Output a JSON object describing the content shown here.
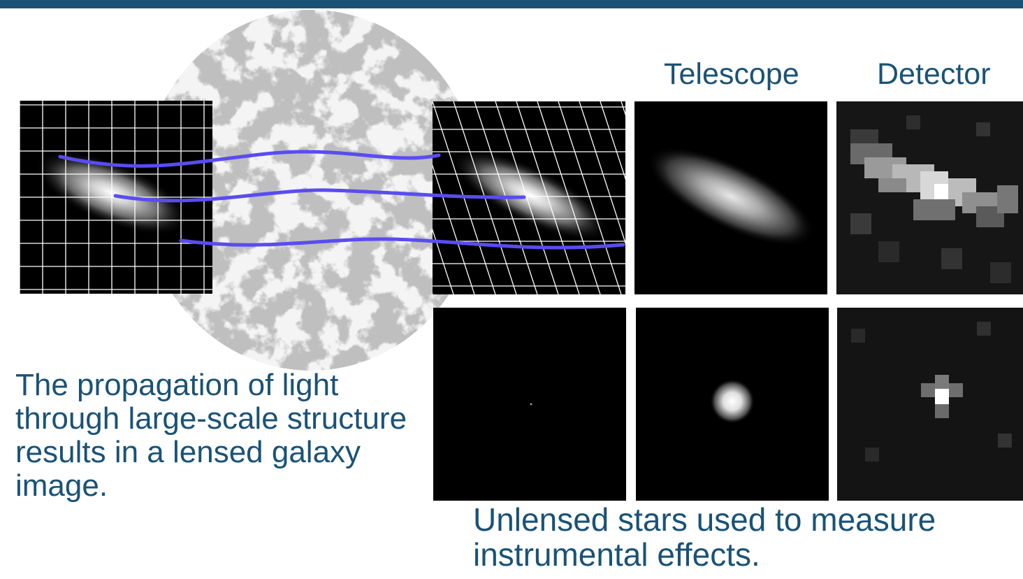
{
  "header": {
    "labels": {
      "telescope": "Telescope",
      "detector": "Detector"
    }
  },
  "captions": {
    "lensing": "The propagation of light through large-scale structure results in a lensed galaxy image.",
    "stars": "Unlensed stars used to measure instrumental effects."
  },
  "colors": {
    "accent": "#1a5276",
    "light_path": "#5a4cf0",
    "structure": "#9a9a9a",
    "panel_background": "#000000"
  }
}
